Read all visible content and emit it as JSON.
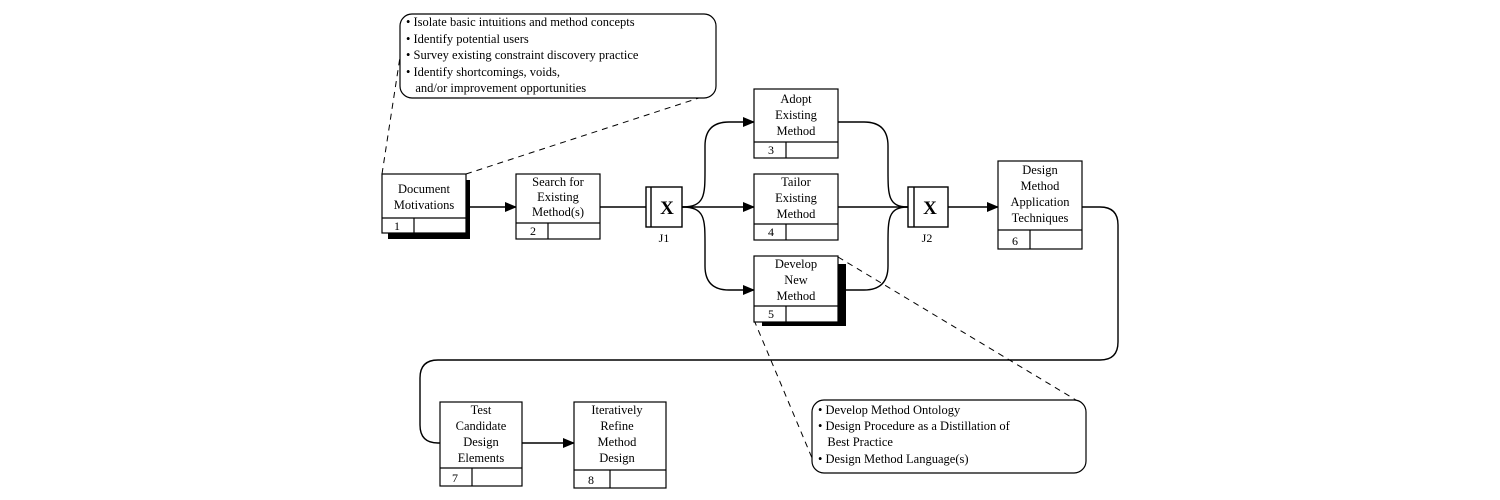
{
  "boxes": [
    {
      "id": "1",
      "lines": [
        "Document",
        "Motivations"
      ],
      "number": "1"
    },
    {
      "id": "2",
      "lines": [
        "Search for",
        "Existing",
        "Method(s)"
      ],
      "number": "2"
    },
    {
      "id": "3",
      "lines": [
        "Adopt",
        "Existing",
        "Method"
      ],
      "number": "3"
    },
    {
      "id": "4",
      "lines": [
        "Tailor",
        "Existing",
        "Method"
      ],
      "number": "4"
    },
    {
      "id": "5",
      "lines": [
        "Develop",
        "New",
        "Method"
      ],
      "number": "5"
    },
    {
      "id": "6",
      "lines": [
        "Design",
        "Method",
        "Application",
        "Techniques"
      ],
      "number": "6"
    },
    {
      "id": "7",
      "lines": [
        "Test",
        "Candidate",
        "Design",
        "Elements"
      ],
      "number": "7"
    },
    {
      "id": "8",
      "lines": [
        "Iteratively",
        "Refine",
        "Method",
        "Design"
      ],
      "number": "8"
    }
  ],
  "junctions": [
    {
      "id": "J1",
      "symbol": "X",
      "label": "J1"
    },
    {
      "id": "J2",
      "symbol": "X",
      "label": "J2"
    }
  ],
  "notes": {
    "top": [
      "• Isolate basic intuitions and method concepts",
      "• Identify potential users",
      "• Survey existing constraint discovery practice",
      "• Identify shortcomings, voids,",
      "   and/or improvement opportunities"
    ],
    "bottom": [
      "• Develop Method Ontology",
      "• Design Procedure as a Distillation of",
      "   Best Practice",
      "• Design Method Language(s)"
    ]
  }
}
